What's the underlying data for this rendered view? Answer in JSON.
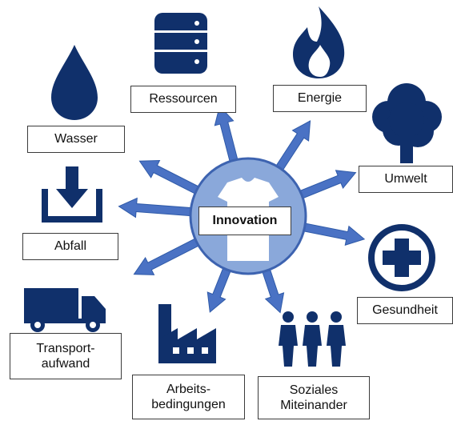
{
  "center": {
    "label": "Innovation"
  },
  "labels": {
    "ressourcen": "Ressourcen",
    "energie": "Energie",
    "wasser": "Wasser",
    "umwelt": "Umwelt",
    "abfall": "Abfall",
    "gesundheit": "Gesundheit",
    "transport_line1": "Transport-",
    "transport_line2": "aufwand",
    "arbeit_line1": "Arbeits-",
    "arbeit_line2": "bedingungen",
    "sozial_line1": "Soziales",
    "sozial_line2": "Miteinander"
  },
  "icons": {
    "ressourcen": "database-icon",
    "energie": "flame-icon",
    "wasser": "water-drop-icon",
    "umwelt": "tree-icon",
    "abfall": "download-tray-icon",
    "gesundheit": "medical-cross-icon",
    "transport": "truck-icon",
    "arbeit": "factory-icon",
    "sozial": "people-group-icon",
    "center": "t-shirt-icon"
  },
  "colors": {
    "icon": "#10306b",
    "arrow": "#4a72c4",
    "arrow_stroke": "#2f5aa8",
    "circle_fill": "#8aa8da",
    "circle_stroke": "#3d63b0"
  }
}
